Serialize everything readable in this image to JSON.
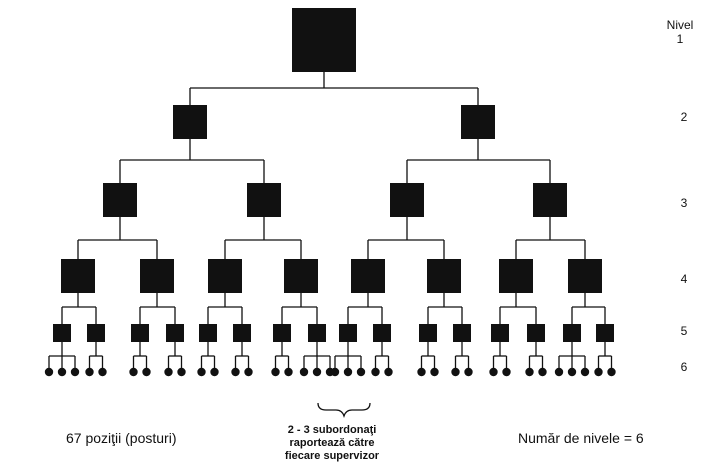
{
  "level_labels": {
    "nivel": "Nivel",
    "l1": "1",
    "l2": "2",
    "l3": "3",
    "l4": "4",
    "l5": "5",
    "l6": "6"
  },
  "footer": {
    "positions": "67 poziţii (posturi)",
    "levels": "Număr de nivele = 6"
  },
  "span_note": {
    "line1": "2 - 3 subordonaţi",
    "line2": "raportează către",
    "line3": "fiecare supervizor"
  },
  "colors": {
    "ink": "#111111",
    "background": "#ffffff"
  },
  "structure": {
    "levels": 6,
    "boxes_per_level": [
      1,
      2,
      4,
      8,
      16,
      36
    ],
    "leaf_children_per_level5_node": [
      3,
      2,
      2,
      2,
      2,
      2,
      2,
      3,
      3,
      2,
      2,
      2,
      2,
      2,
      3,
      2
    ]
  }
}
